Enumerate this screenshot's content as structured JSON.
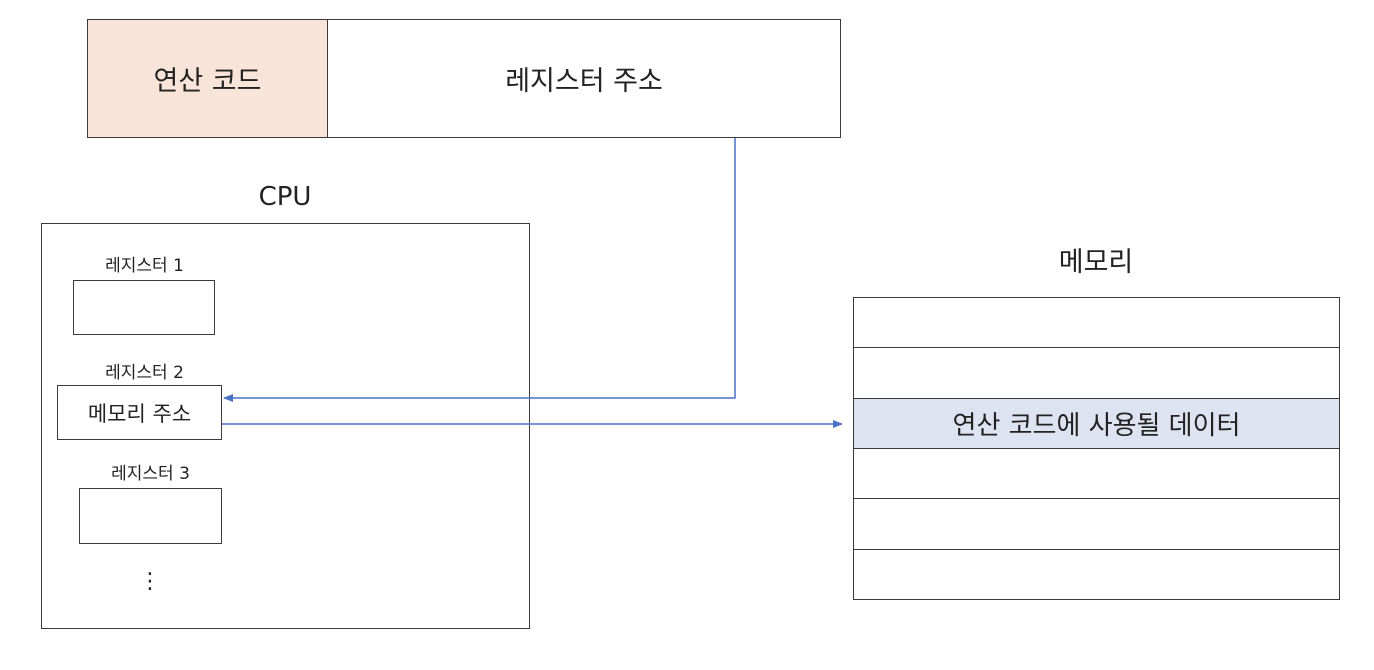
{
  "instruction": {
    "opcode_label": "연산 코드",
    "operand_label": "레지스터 주소",
    "opcode_fill": "#f8e4d8"
  },
  "cpu": {
    "title": "CPU",
    "registers": [
      {
        "label": "레지스터 1",
        "value": ""
      },
      {
        "label": "레지스터 2",
        "value": "메모리 주소"
      },
      {
        "label": "레지스터 3",
        "value": ""
      }
    ],
    "more": "⋮"
  },
  "memory": {
    "title": "메모리",
    "cells": [
      "",
      "",
      "연산 코드에 사용될 데이터",
      "",
      "",
      ""
    ],
    "highlight_index": 2,
    "highlight_fill": "#dde3f0"
  },
  "colors": {
    "arrow": "#4a72c4",
    "border": "#3a3a3a"
  }
}
